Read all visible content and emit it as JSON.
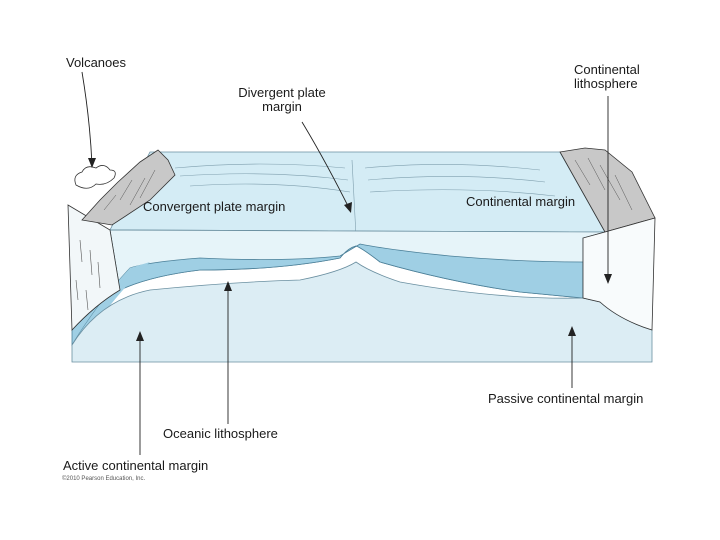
{
  "labels": {
    "volcanoes": "Volcanoes",
    "divergent_line1": "Divergent plate",
    "divergent_line2": "margin",
    "continental_lith_line1": "Continental",
    "continental_lith_line2": "lithosphere",
    "convergent": "Convergent plate margin",
    "continental_margin": "Continental margin",
    "passive_margin": "Passive continental margin",
    "oceanic_lith": "Oceanic lithosphere",
    "active_margin": "Active continental margin"
  },
  "copyright": "©2010 Pearson Education, Inc.",
  "colors": {
    "ocean_surface": "#d4ecf5",
    "ocean_side": "#e6f4f9",
    "oceanic_lithosphere": "#9fcfe4",
    "mantle": "#dcedf4",
    "continent": "#c8c8c8",
    "outline": "#333333"
  }
}
